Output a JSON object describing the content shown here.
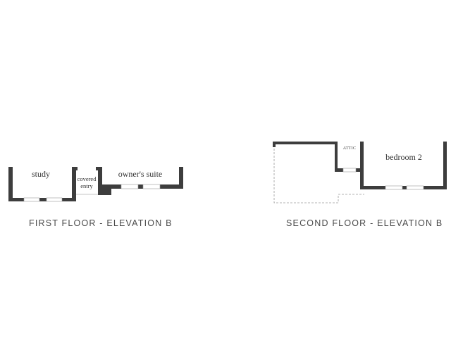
{
  "first_floor": {
    "caption": "FIRST FLOOR - ELEVATION B",
    "rooms": {
      "study": "study",
      "covered_entry_line1": "covered",
      "covered_entry_line2": "entry",
      "owners_suite": "owner's suite"
    }
  },
  "second_floor": {
    "caption": "SECOND FLOOR - ELEVATION B",
    "rooms": {
      "attic": "ATTIC",
      "bedroom_2": "bedroom 2"
    }
  },
  "colors": {
    "wall": "#3d3d3d",
    "window": "#c8c8c8",
    "dashed": "#9a9a9a"
  }
}
